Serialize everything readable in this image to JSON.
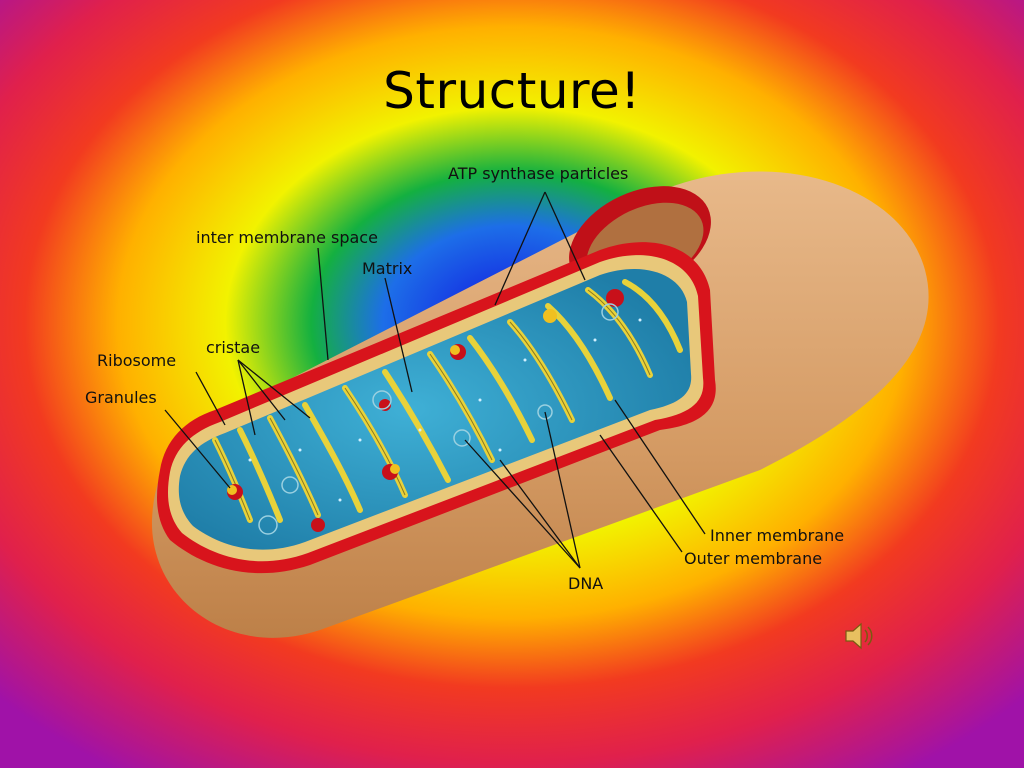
{
  "slide": {
    "title": "Structure!"
  },
  "labels": {
    "atp": "ATP synthase particles",
    "intermembrane": "inter membrane space",
    "matrix": "Matrix",
    "cristae": "cristae",
    "ribosome": "Ribosome",
    "granules": "Granules",
    "inner_membrane": "Inner membrane",
    "outer_membrane": "Outer membrane",
    "dna": "DNA"
  },
  "icons": {
    "audio": "speaker-icon"
  },
  "colors": {
    "outer_shell": "#d9a06a",
    "membrane_red": "#d8141c",
    "matrix_blue": "#2f9bc4",
    "cristae_yellow": "#e8d23a",
    "granule_red": "#c8101a",
    "background_edge": "#a012a8"
  }
}
